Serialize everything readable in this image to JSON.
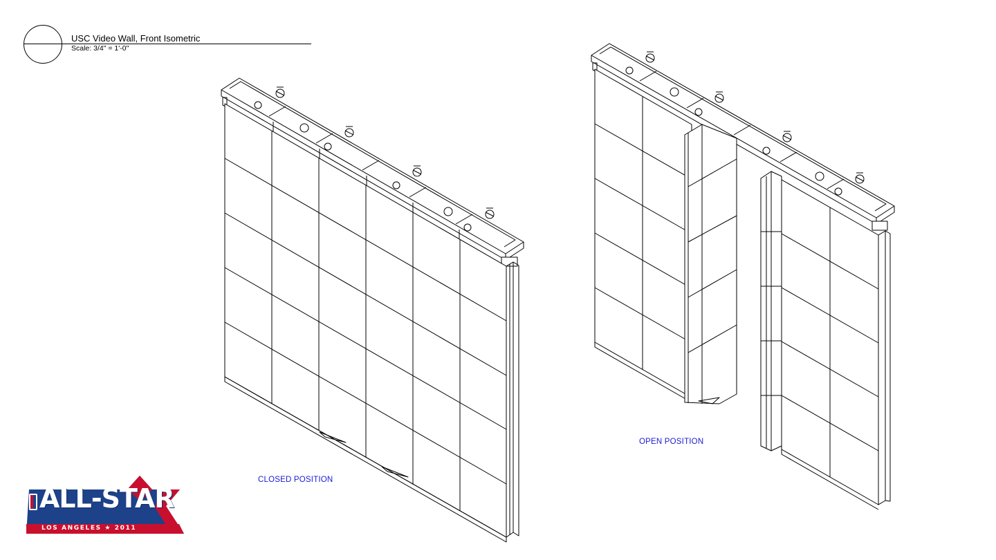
{
  "drawing": {
    "title": "USC Video Wall, Front Isometric",
    "scale": "Scale: 3/4\" = 1'-0\""
  },
  "views": {
    "closed_label": "CLOSED POSITION",
    "open_label": "OPEN POSITION"
  },
  "logo": {
    "main": "ALL-STAR",
    "sub": "LOS ANGELES ★ 2011"
  },
  "colors": {
    "line": "#000000",
    "caption": "#1a1ad6",
    "logo_red": "#c8102e",
    "logo_blue": "#1d428a"
  }
}
